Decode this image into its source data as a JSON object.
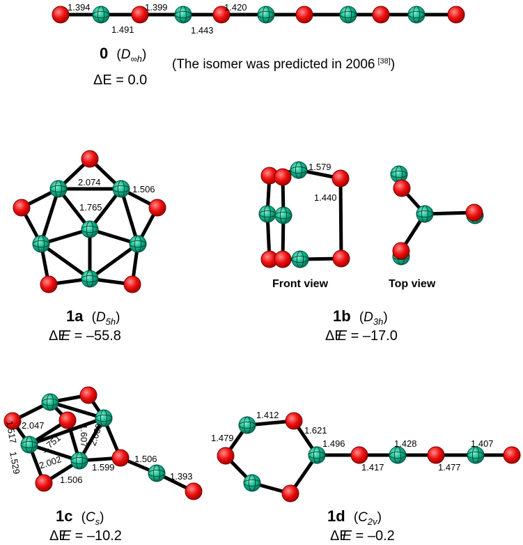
{
  "colors": {
    "oxygen": "#ee1111",
    "carbon": "#11b890",
    "bond": "#000000"
  },
  "icons": {
    "oxygen_atom": "red-sphere-icon",
    "carbon_atom": "green-sphere-icon"
  },
  "s0": {
    "id": "0",
    "sym_main": "D",
    "sym_sub": "∞h",
    "energy_prefix": "ΔE = ",
    "energy": "0.0",
    "note": "(The isomer was predicted in 2006",
    "note_ref": "[38]",
    "note_close": ")",
    "bl": [
      "1.394",
      "1.491",
      "1.399",
      "1.443",
      "1.420"
    ]
  },
  "s1a": {
    "id": "1a",
    "sym_main": "D",
    "sym_sub": "5h",
    "energy_prefix": "ΔE",
    "energy_eq": " = ",
    "energy": "–55.8",
    "bl": [
      "2.074",
      "1.506",
      "1.765"
    ]
  },
  "s1b": {
    "id": "1b",
    "sym_main": "D",
    "sym_sub": "3h",
    "energy_prefix": "ΔE",
    "energy_eq": " = ",
    "energy": "–17.0",
    "bl": [
      "1.579",
      "1.440"
    ],
    "front": "Front view",
    "top": "Top view"
  },
  "s1c": {
    "id": "1c",
    "sym_main": "C",
    "sym_sub": "s",
    "energy_prefix": "ΔE",
    "energy_eq": " = ",
    "energy": "–10.2",
    "bl": [
      "2.047",
      "1.751",
      "1.607",
      "2.069",
      "1.517",
      "1.529",
      "2.002",
      "1.599",
      "1.506",
      "1.506",
      "1.393"
    ]
  },
  "s1d": {
    "id": "1d",
    "sym_main": "C",
    "sym_sub": "2v",
    "energy_prefix": "ΔE",
    "energy_eq": " = ",
    "energy": "–0.2",
    "bl": [
      "1.412",
      "1.621",
      "1.479",
      "1.496",
      "1.428",
      "1.407",
      "1.417",
      "1.477"
    ]
  }
}
